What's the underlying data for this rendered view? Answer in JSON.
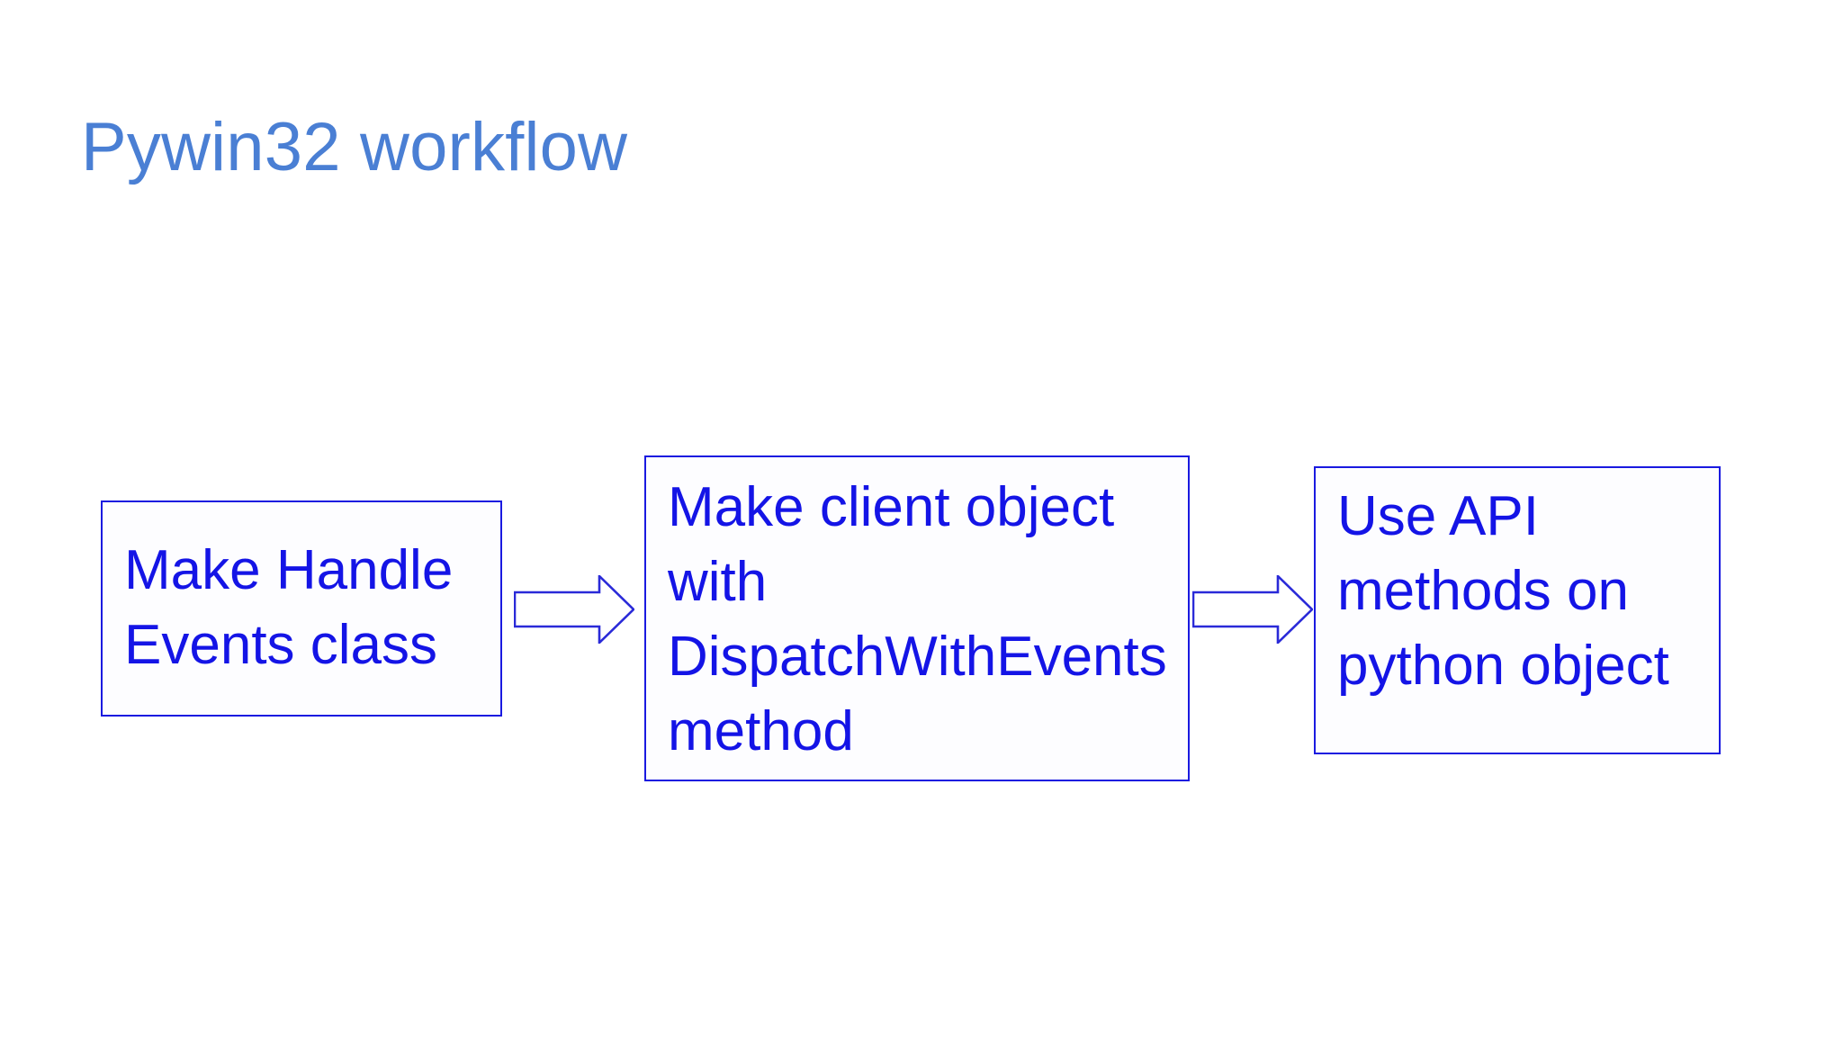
{
  "slide": {
    "title": "Pywin32 workflow",
    "background_color": "#ffffff",
    "title_color": "#4a7fd4",
    "node_text_color": "#1414e6",
    "node_border_color": "#1a1ae0",
    "arrow_color": "#2a2ad8"
  },
  "flow": {
    "nodes": [
      {
        "id": "handle-events",
        "label": "Make Handle Events class",
        "order": 1
      },
      {
        "id": "client-object",
        "label": "Make client object with DispatchWithEvents method",
        "order": 2
      },
      {
        "id": "use-api",
        "label": "Use API methods on python object",
        "order": 3
      }
    ],
    "connectors": [
      {
        "id": "arrow-1",
        "from": "handle-events",
        "to": "client-object",
        "icon": "right-block-arrow-icon"
      },
      {
        "id": "arrow-2",
        "from": "client-object",
        "to": "use-api",
        "icon": "right-block-arrow-icon"
      }
    ]
  }
}
